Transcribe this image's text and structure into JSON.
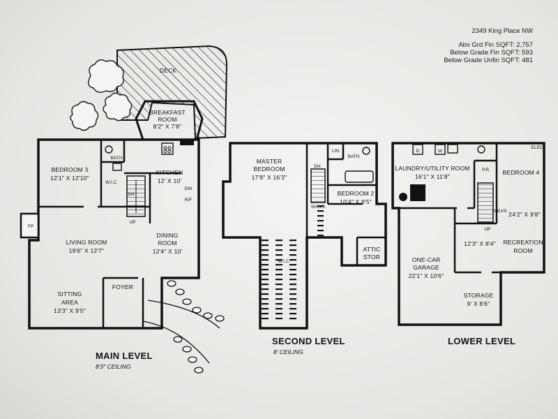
{
  "header": {
    "address": "2349 King Place NW",
    "stats": [
      "Abv Grd Fin SQFT: 2,757",
      "Below Grade Fin SQFT: 593",
      "Below Grade Unfin SQFT: 481"
    ]
  },
  "main_level": {
    "title": "MAIN LEVEL",
    "ceiling": "8'3\" CEILING",
    "rooms": {
      "deck": "DECK",
      "breakfast_name": "BREAKFAST",
      "breakfast_name2": "ROOM",
      "breakfast_dims": "8'2\" X 7'8\"",
      "bedroom3_name": "BEDROOM 3",
      "bedroom3_dims": "12'1\" X 12'10\"",
      "bath": "BATH",
      "wic": "W.I.C.",
      "kitchen_name": "KITCHEN",
      "kitchen_dims": "12' X 10'",
      "dw": "DW",
      "rf": "R/F",
      "fp": "FP",
      "living_name": "LIVING ROOM",
      "living_dims": "19'6\" X 12'7\"",
      "dining_name": "DINING",
      "dining_name2": "ROOM",
      "dining_dims": "12'4\" X 10'",
      "sitting_name": "SITTING",
      "sitting_name2": "AREA",
      "sitting_dims": "13'3\" X 9'5\"",
      "foyer": "FOYER",
      "dn": "DN",
      "up": "UP"
    }
  },
  "second_level": {
    "title": "SECOND LEVEL",
    "ceiling": "8' CEILING",
    "rooms": {
      "master_name": "MASTER",
      "master_name2": "BEDROOM",
      "master_dims": "17'8\" X 16'3\"",
      "lin": "LIN",
      "bath": "BATH",
      "dn": "DN",
      "bedroom2_name": "BEDROOM 2",
      "bedroom2_dims": "10'4\" X 9'5\"",
      "shlvs": "SHLVS",
      "wic": "W.I.C.",
      "attic": "ATTIC",
      "stor": "STOR"
    }
  },
  "lower_level": {
    "title": "LOWER LEVEL",
    "rooms": {
      "laundry_name": "LAUNDRY/UTILITY ROOM",
      "laundry_dims": "16'1\" X 11'8\"",
      "d": "D",
      "w": "W",
      "pr": "P.R.",
      "elec": "ELEC",
      "bedroom4_name": "BEDROOM 4",
      "bedroom4_dims": "24'2\" X 9'8\"",
      "shlvs": "SHLVS",
      "up": "UP",
      "garage_name": "ONE-CAR",
      "garage_name2": "GARAGE",
      "garage_dims": "22'1\" X 10'6\"",
      "rec_dims": "12'3\" X 8'4\"",
      "rec_name": "RECREATION",
      "rec_name2": "ROOM",
      "storage_name": "STORAGE",
      "storage_dims": "9' X 8'6\""
    }
  }
}
